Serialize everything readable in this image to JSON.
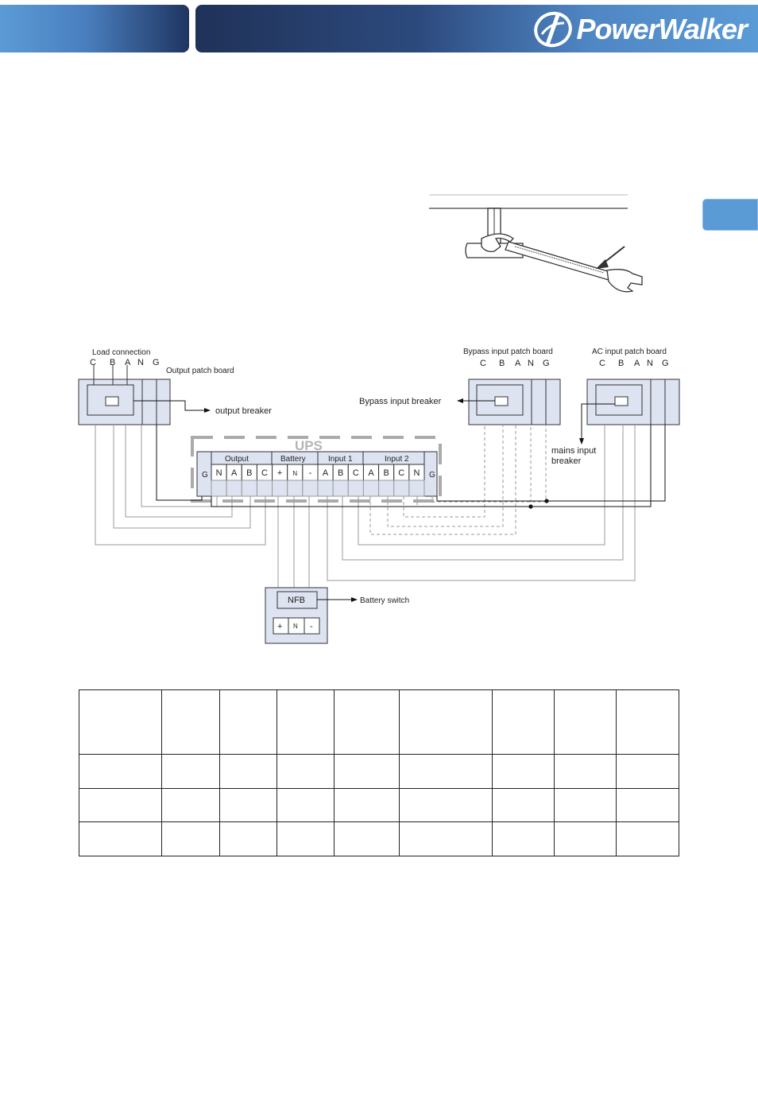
{
  "header": {
    "brand": "PowerWalker",
    "accent_color": "#5b9bd5",
    "dark_color": "#1f3258"
  },
  "side_tab": {
    "color": "#5b9bd5"
  },
  "icons": {
    "brand_logo": "powerwalker-logo-icon",
    "tool": "wrench-icon"
  },
  "diagram": {
    "load_connection": "Load connection",
    "output_patch_board": "Output patch board",
    "output_breaker": "output breaker",
    "bypass_patch_board": "Bypass input patch board",
    "bypass_breaker": "Bypass input breaker",
    "ac_patch_board": "AC input patch board",
    "mains_breaker_line1": "mains input",
    "mains_breaker_line2": "breaker",
    "ups_label": "UPS",
    "battery_switch": "Battery switch",
    "nfb": "NFB",
    "phase_labels": {
      "c": "C",
      "b": "B",
      "a": "A",
      "n": "N",
      "g": "G"
    },
    "terminal_groups": {
      "output": "Output",
      "battery": "Battery",
      "input1": "Input 1",
      "input2": "Input 2"
    },
    "terminals": [
      "N",
      "A",
      "B",
      "C",
      "+",
      "N",
      "-",
      "A",
      "B",
      "C",
      "A",
      "B",
      "C",
      "N"
    ],
    "ground_label": "G",
    "battery_terminals": [
      "+",
      "N",
      "-"
    ]
  },
  "table": {
    "columns": 9,
    "rows": 4
  }
}
